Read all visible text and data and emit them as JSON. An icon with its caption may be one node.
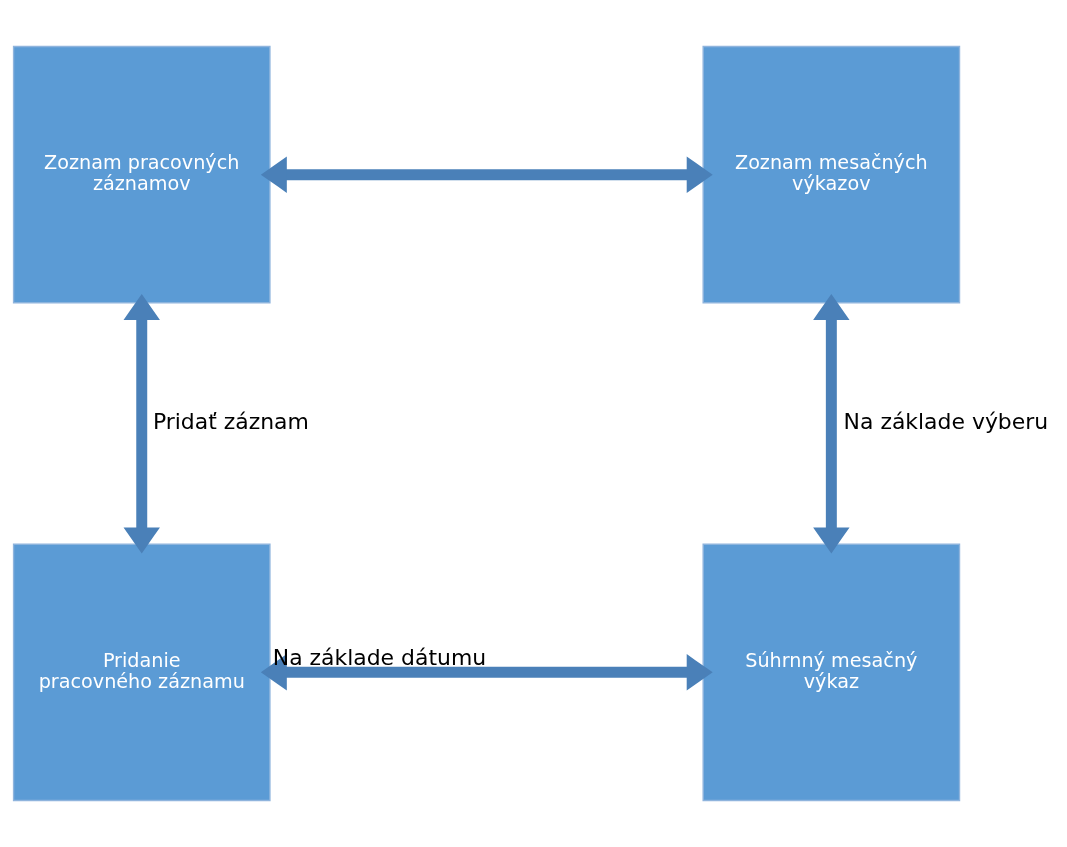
{
  "diagram": {
    "nodes": [
      {
        "text": [
          "Zoznam pracovných záznamov"
        ]
      },
      {
        "text": [
          "Zoznam mesačných výkazov"
        ]
      },
      {
        "text": [
          "Pridanie pracovného záznamu"
        ]
      },
      {
        "text": [
          "Súhrnný mesačný výkaz"
        ]
      }
    ],
    "edges": [
      {
        "from": 0,
        "to": 1,
        "arrow": "both"
      },
      {
        "from": 0,
        "to": 2,
        "arrow": "both",
        "label": "Pridať záznam"
      },
      {
        "from": 1,
        "to": 3,
        "arrow": "both",
        "label": "Na základe výberu"
      },
      {
        "from": 2,
        "to": 3,
        "arrow": "both",
        "label": "Na základe dátumu"
      }
    ]
  }
}
